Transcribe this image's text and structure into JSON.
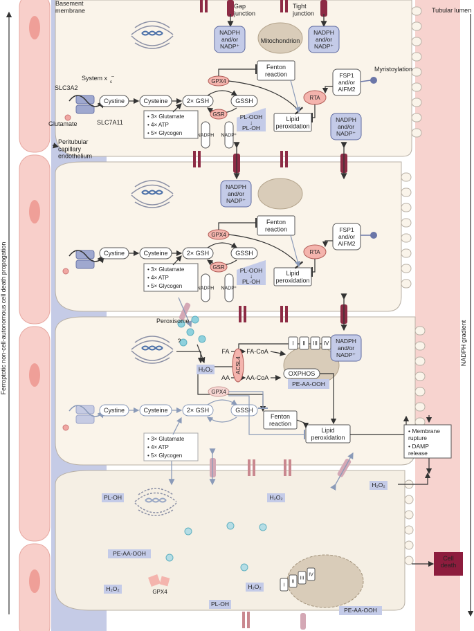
{
  "labels": {
    "basement_membrane": "Basement\nmembrane",
    "tubular_lumen": "Tubular lumen",
    "gap_junction": "Gap\njunction",
    "tight_junction": "Tight\njunction",
    "mitochondrion": "Mitochondrion",
    "system_xc": "System x",
    "system_xc_sub": "c",
    "system_xc_sup": "–",
    "slc3a2": "SLC3A2",
    "slc7a11": "SLC7A11",
    "glutamate": "Glutamate",
    "peritubular": "Peritubular\ncapillary\nendothelium",
    "myristoylation": "Myristoylation",
    "peroxisome": "Peroxisome",
    "question": "?",
    "left_axis": "Ferroptotic non-cell-autonomous cell death propagation",
    "right_axis": "NADPH gradient"
  },
  "nodes": {
    "nadph_nadp": "NADPH\nand/or\nNADP⁺",
    "cystine": "Cystine",
    "cysteine": "Cysteine",
    "gsh": "2× GSH",
    "gssh": "GSSH",
    "gpx4": "GPX4",
    "gsr": "GSR",
    "nadph": "NADPH",
    "nadp": "NADP⁺",
    "fenton": "Fenton\nreaction",
    "lipid_perox": "Lipid\nperoxidation",
    "pl_ooh": "PL-OOH",
    "pl_oh": "PL-OH",
    "rta": "RTA",
    "fsp1": "FSP1\nand/or\nAIFM2",
    "requirements": [
      "3× Glutamate",
      "4× ATP",
      "5× Glycogen"
    ],
    "h2o2": "H₂O₂",
    "fa": "FA",
    "fa_coa": "FA-CoA",
    "aa": "AA",
    "aa_coa": "AA-CoA",
    "acsl4": "ACSL4",
    "oxphos": "OXPHOS",
    "pe_aa_ooh": "PE-AA-OOH",
    "complexes": [
      "I",
      "II",
      "III",
      "IV"
    ],
    "death_outcomes": [
      "Membrane\nrupture",
      "DAMP\nrelease"
    ],
    "cell_death": "Cell\ndeath"
  },
  "colors": {
    "membrane_blue": "#c5cbe6",
    "lumen_pink": "#f7d3cf",
    "cell_fill": "#faf4ea",
    "endothelium": "#f8cfca",
    "junction": "#8d2b45",
    "label_box": "#c4cbe8",
    "enzyme_pink": "#f4b4ad",
    "cell_death": "#8d1c3d"
  }
}
